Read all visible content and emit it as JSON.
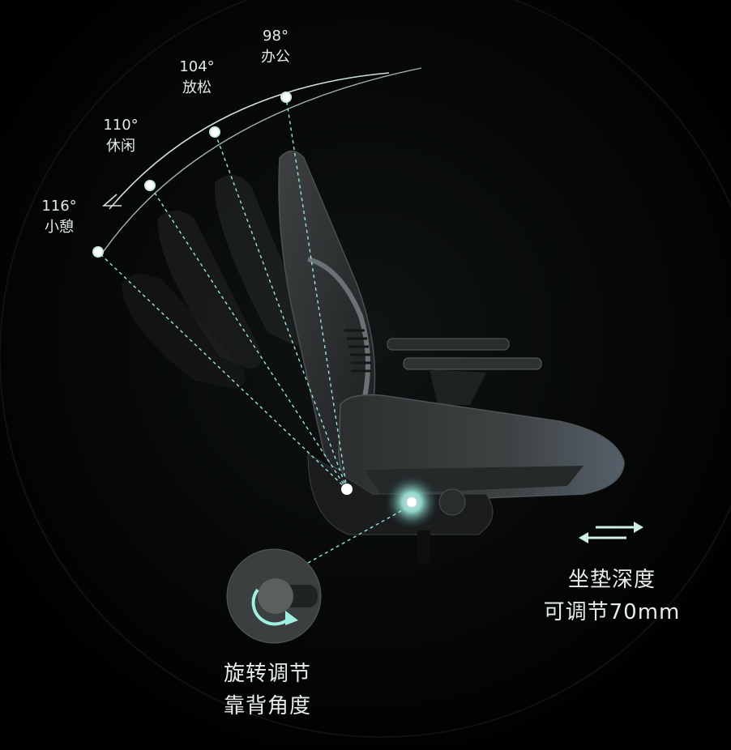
{
  "recline_positions": [
    {
      "angle": "98°",
      "name": "办公"
    },
    {
      "angle": "104°",
      "name": "放松"
    },
    {
      "angle": "110°",
      "name": "休闲"
    },
    {
      "angle": "116°",
      "name": "小憩"
    }
  ],
  "seat_depth_caption": {
    "line1": "坐垫深度",
    "line2": "可调节70mm"
  },
  "backrest_caption": {
    "line1": "旋转调节",
    "line2": "靠背角度"
  },
  "colors": {
    "background": "#000000",
    "accent_glow": "#8ff0e0",
    "chair": "#3a3d3e"
  }
}
